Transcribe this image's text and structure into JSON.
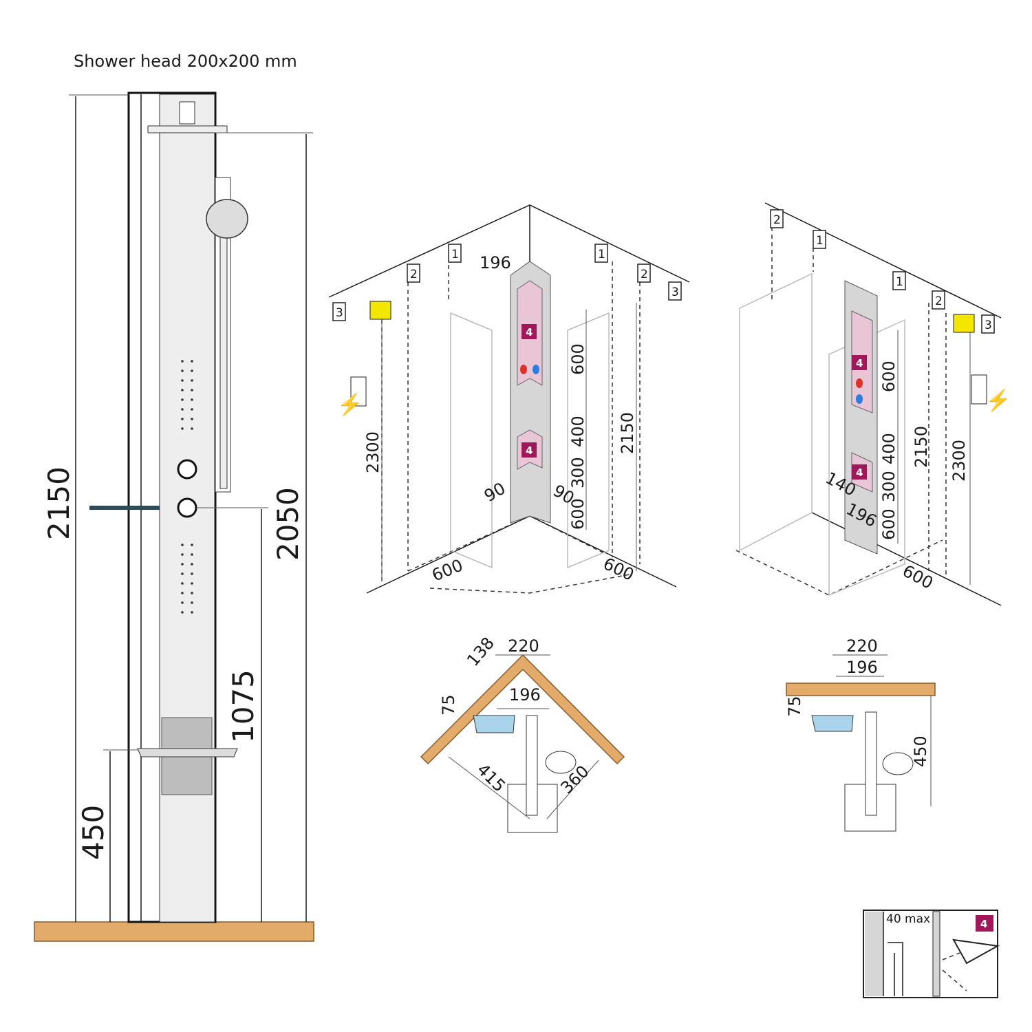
{
  "title": "Shower head 200x200 mm",
  "front_view": {
    "dims": [
      "2150",
      "2050",
      "1075",
      "450"
    ]
  },
  "corner_view": {
    "wall_tags": [
      "3",
      "2",
      "1",
      "1",
      "2",
      "3"
    ],
    "dims": {
      "d196": "196",
      "d600a": "600",
      "d400": "400",
      "d300": "300",
      "d600b": "600",
      "d2150": "2150",
      "d2300": "2300",
      "d90a": "90",
      "d90b": "90",
      "floor600a": "600",
      "floor600b": "600"
    },
    "badge": "4"
  },
  "wall_view": {
    "wall_tags": [
      "2",
      "1",
      "1",
      "2",
      "3"
    ],
    "dims": {
      "d600": "600",
      "d400": "400",
      "d300": "300",
      "d600b": "600",
      "d2150": "2150",
      "d2300": "2300",
      "d140": "140",
      "d196": "196",
      "floor600": "600"
    },
    "badge": "4"
  },
  "corner_plan": {
    "dims": {
      "d138": "138",
      "d220": "220",
      "d196": "196",
      "d75": "75",
      "d415": "415",
      "d360": "360"
    }
  },
  "wall_plan": {
    "dims": {
      "d220": "220",
      "d196": "196",
      "d75": "75",
      "d450": "450"
    }
  },
  "inset": {
    "label": "40 max",
    "badge": "4"
  },
  "colors": {
    "wood": "#e3ab6a",
    "pink": "#e8c6d6",
    "badge": "#a0185a",
    "gray": "#d6d6d6",
    "shelf_blue": "#a9d4ec",
    "electric_yellow": "#f3e600"
  }
}
